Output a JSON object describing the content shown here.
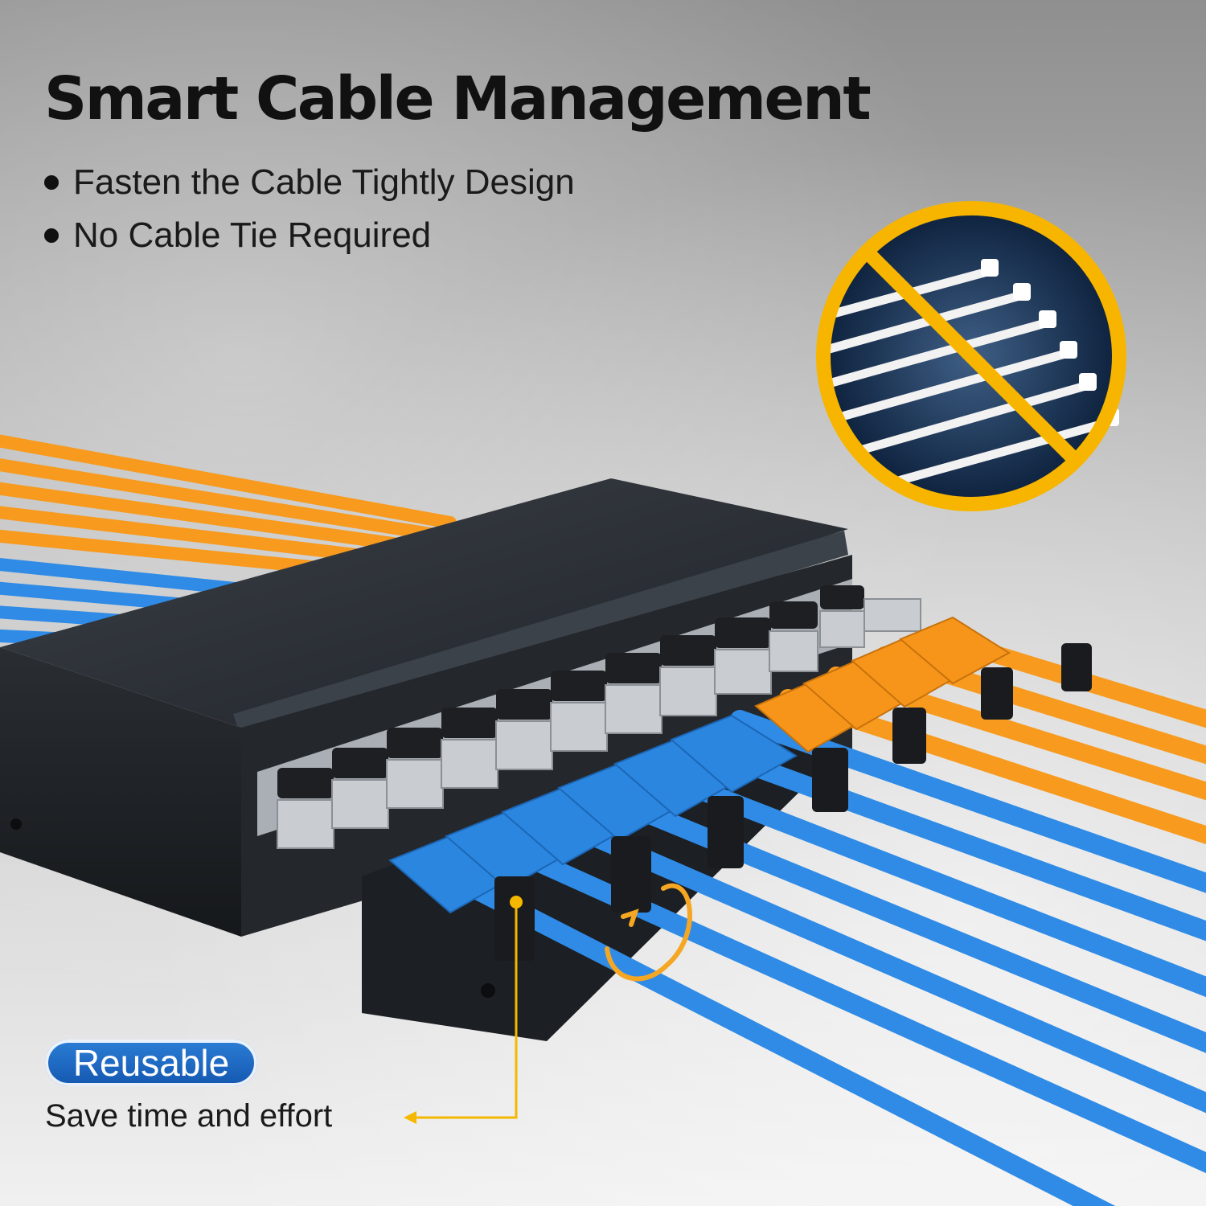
{
  "headline": "Smart Cable Management",
  "features": [
    "Fasten the Cable Tightly Design",
    "No Cable Tie Required"
  ],
  "callout": {
    "label": "Reusable",
    "text": "Save time and effort"
  },
  "colors": {
    "accent_yellow": "#f5b800",
    "cable_blue": "#2f8be6",
    "cable_orange": "#f79a1e",
    "pill_blue": "#1d63c0",
    "panel_black": "#1f2327"
  },
  "icons": {
    "no_cable_tie": "no-cable-tie-icon",
    "rotate": "rotate-arrow-icon",
    "pointer": "pointer-arrow-icon"
  }
}
